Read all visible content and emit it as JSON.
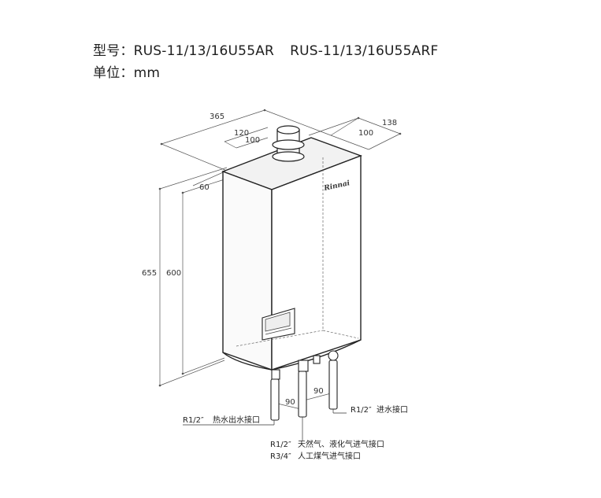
{
  "header": {
    "model_label": "型号：",
    "model_1": "RUS-11/13/16U55AR",
    "model_2": "RUS-11/13/16U55ARF",
    "unit_label": "单位：",
    "unit_value": "mm"
  },
  "dimensions": {
    "depth_total": "365",
    "top_offset_120": "120",
    "top_offset_100_left": "100",
    "width_right_138": "138",
    "width_right_100": "100",
    "side_60": "60",
    "height_total": "655",
    "height_body": "600",
    "pipe_spacing_left": "90",
    "pipe_spacing_right": "90"
  },
  "brand_text": "Rinnai",
  "callouts": {
    "hot_water_spec": "R1/2″",
    "hot_water_text": "热水出水接口",
    "cold_water_spec": "R1/2″",
    "cold_water_text": "进水接口",
    "gas_spec_1": "R1/2″",
    "gas_text_1": "天然气、液化气进气接口",
    "gas_spec_2": "R3/4″",
    "gas_text_2": "人工煤气进气接口"
  }
}
